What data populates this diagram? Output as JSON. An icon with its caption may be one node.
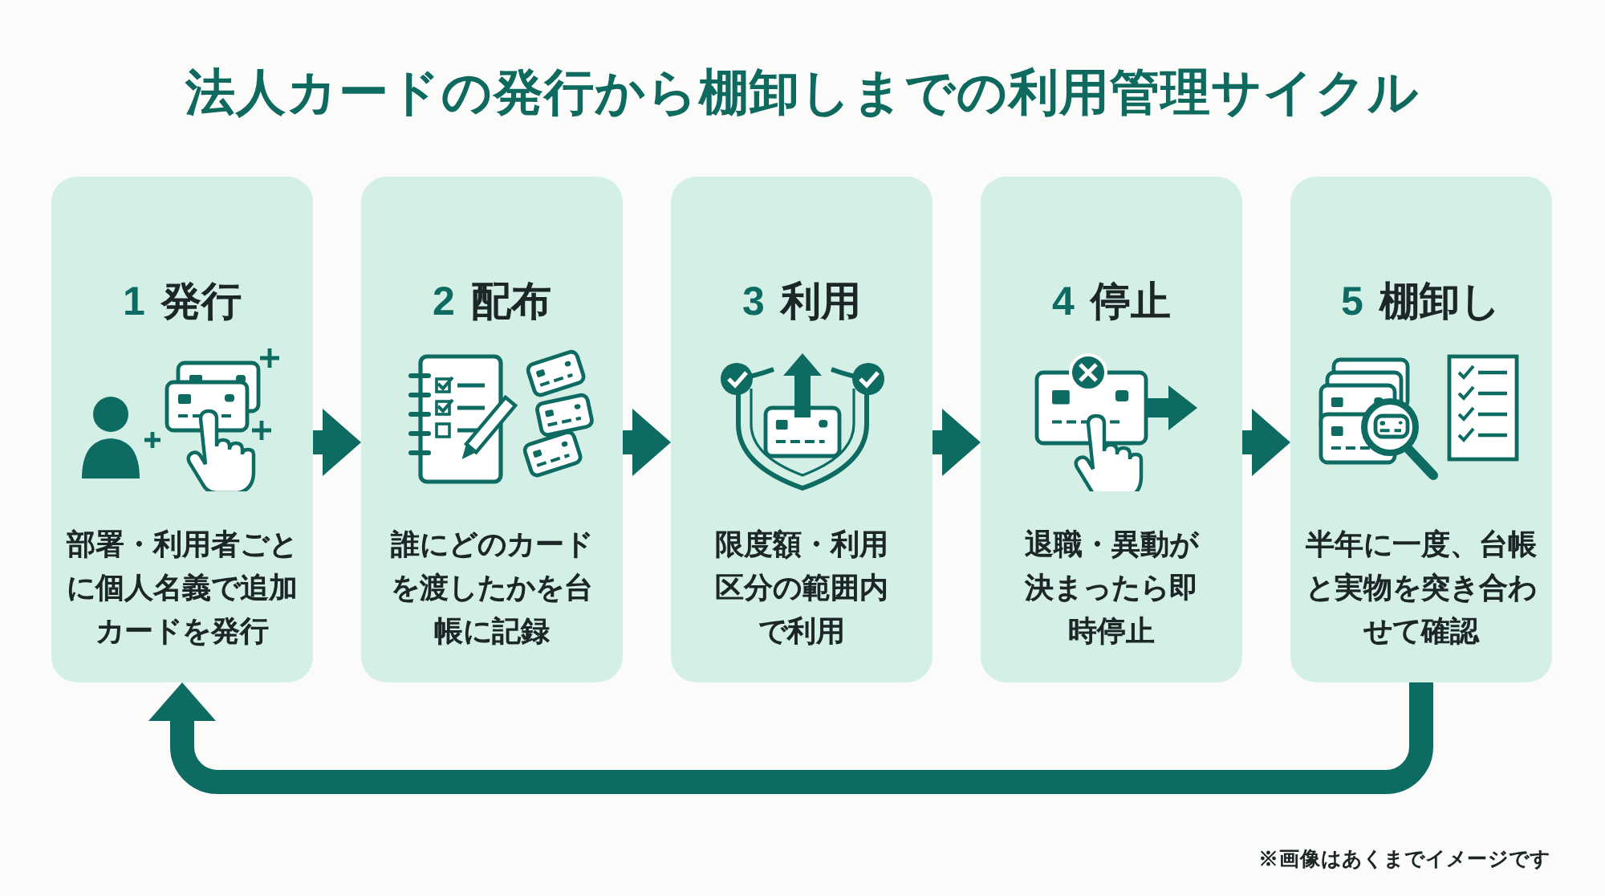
{
  "diagram": {
    "title": "法人カードの発行から棚卸しまでの利用管理サイクル",
    "nodes": [
      {
        "text": [
          "1",
          "発行",
          "部署・利用者ごとに個人名義で追加カードを発行"
        ]
      },
      {
        "text": [
          "2",
          "配布",
          "誰にどのカードを渡したかを台帳に記録"
        ]
      },
      {
        "text": [
          "3",
          "利用",
          "限度額・利用区分の範囲内で利用"
        ]
      },
      {
        "text": [
          "4",
          "停止",
          "退職・異動が決まったら即時停止"
        ]
      },
      {
        "text": [
          "5",
          "棚卸し",
          "半年に一度、台帳と実物を突き合わせて確認"
        ]
      }
    ],
    "edges": [
      {
        "from": 0,
        "to": 1,
        "arrow": "to"
      },
      {
        "from": 1,
        "to": 2,
        "arrow": "to"
      },
      {
        "from": 2,
        "to": 3,
        "arrow": "to"
      },
      {
        "from": 3,
        "to": 4,
        "arrow": "to"
      },
      {
        "from": 4,
        "to": 0,
        "arrow": "to"
      }
    ],
    "labels": [
      "※画像はあくまでイメージです"
    ]
  }
}
